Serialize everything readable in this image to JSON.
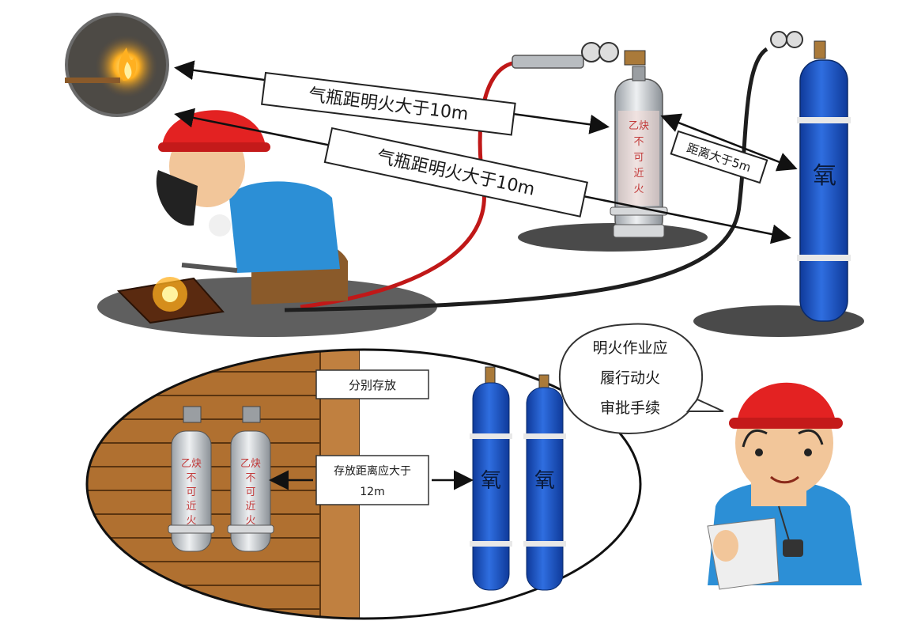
{
  "signs": {
    "top_distance": "气瓶距明火大于10m",
    "mid_distance": "气瓶距明火大于10m",
    "cylinder_gap": "距离大于5m",
    "store_separately": "分别存放",
    "storage_distance_line1": "存放距离应大于",
    "storage_distance_line2": "12m"
  },
  "acetylene_label": {
    "line1": "乙炔",
    "line2": "不",
    "line3": "可",
    "line4": "近",
    "line5": "火"
  },
  "oxygen_label": "氧",
  "speech_bubble": {
    "line1": "明火作业应",
    "line2": "履行动火",
    "line3": "审批手续"
  },
  "icons": [
    "open-flame-icon",
    "arrow-icon",
    "gas-cylinder-icon",
    "welder-figure",
    "safety-officer-figure"
  ],
  "colors": {
    "helmet_red": "#e32222",
    "shirt_blue": "#2c8fd6",
    "oxygen_blue": "#1f55c8",
    "acetylene_grey": "#c9cdd2",
    "hose_red": "#c01818",
    "wood": "#b07030"
  }
}
